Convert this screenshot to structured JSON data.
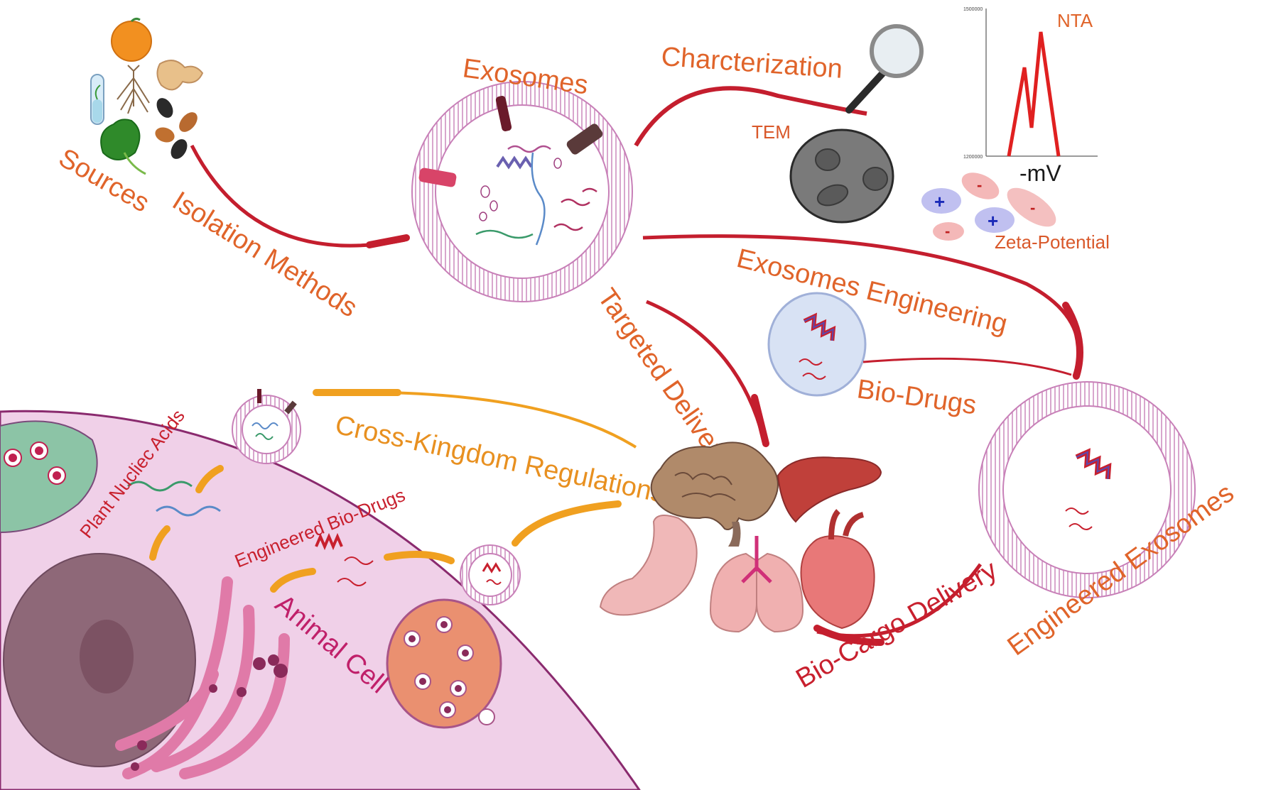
{
  "labels": {
    "sources": "Sources",
    "isolation_methods": "Isolation Methods",
    "exosomes": "Exosomes",
    "characterization": "Charcterization",
    "tem": "TEM",
    "nta": "NTA",
    "mv": "-mV",
    "zeta_potential": "Zeta-Potential",
    "exosomes_engineering": "Exosomes Engineering",
    "targeted_delivery": "Targeted Delivery",
    "bio_drugs": "Bio-Drugs",
    "cross_kingdom": "Cross-Kingdom Regulations",
    "engineered_exosomes": "Engineered Exosomes",
    "bio_cargo_delivery": "Bio-Cargo Delivery",
    "plant_nucleic_acids": "Plant Nucliec Acids",
    "engineered_bio_drugs": "Engineered Bio-Drugs",
    "animal_cell": "Animal Cell"
  },
  "nta_chart": {
    "y_top_label": "1500000",
    "y_bottom_label": "1200000"
  },
  "charges": {
    "plus": "+",
    "minus": "-"
  },
  "colors": {
    "arc_red": "#c41e2e",
    "arc_orange": "#f0a020",
    "label_orange": "#e0642a",
    "membrane_pink": "#c880b8",
    "cell_fill": "#f0d0e8",
    "cell_border": "#8a2a6e"
  },
  "icons": [
    "orange-icon",
    "ginger-icon",
    "test-tube-icon",
    "roots-icon",
    "seeds-icon",
    "spinach-icon",
    "almond-icon",
    "magnifier-icon",
    "brain-icon",
    "liver-icon",
    "stomach-icon",
    "lungs-icon",
    "heart-icon"
  ]
}
